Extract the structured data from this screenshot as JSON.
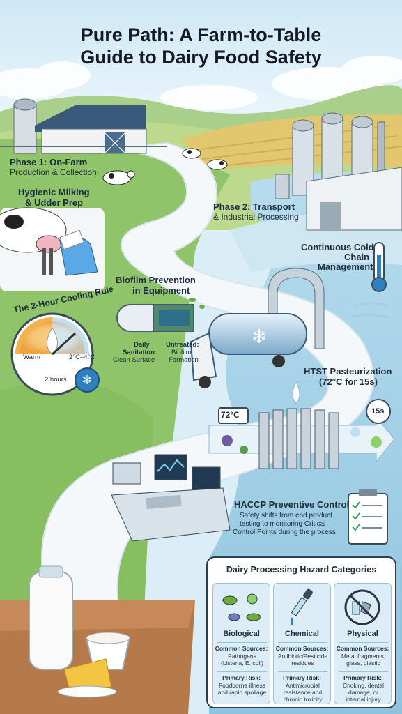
{
  "title_line1": "Pure Path: A Farm-to-Table",
  "title_line2": "Guide to Dairy Food Safety",
  "phase1": {
    "heading": "Phase 1: On-Farm",
    "subheading": "Production & Collection"
  },
  "milking": {
    "line1": "Hygienic Milking",
    "line2": "& Udder Prep"
  },
  "cooling": {
    "title": "The 2-Hour Cooling Rule",
    "warm": "Warm",
    "range": "2°C–4°C",
    "time": "2 hours"
  },
  "biofilm": {
    "line1": "Biofilm Prevention",
    "line2": "in Equipment",
    "daily_bold": "Daily",
    "daily_bold2": "Sanitation:",
    "daily_text": "Clean Surface",
    "untreated_bold": "Untreated:",
    "untreated_line2": "Biofilm",
    "untreated_line3": "Formation"
  },
  "phase2": {
    "heading": "Phase 2: Transport",
    "subheading": "& Industrial Processing"
  },
  "cold_chain": {
    "line1": "Continuous Cold",
    "line2": "Chain",
    "line3": "Management"
  },
  "htst": {
    "line1": "HTST Pasteurization",
    "line2": "(72°C for 15s)",
    "temp": "72°C",
    "timer": "15s"
  },
  "haccp": {
    "heading": "HACCP Preventive Control",
    "line1": "Safety shifts from end product",
    "line2": "testing to monitoring Critical",
    "line3": "Control Points during the process"
  },
  "hazards": {
    "title": "Dairy Processing Hazard Categories",
    "columns": [
      {
        "name": "Biological",
        "sources_label": "Common Sources:",
        "sources_1": "Pathogens",
        "sources_2": "(Listeria, E. coli)",
        "sources_3": "",
        "risk_label": "Primary Risk:",
        "risk_1": "Foodborne illness",
        "risk_2": "and rapid spoilage",
        "risk_3": ""
      },
      {
        "name": "Chemical",
        "sources_label": "Common Sources:",
        "sources_1": "Antibiotic/Pesticide",
        "sources_2": "residues",
        "sources_3": "",
        "risk_label": "Primary Risk:",
        "risk_1": "Antimicrobial",
        "risk_2": "resistance and",
        "risk_3": "chronic toxicity"
      },
      {
        "name": "Physical",
        "sources_label": "Common Sources:",
        "sources_1": "Metal fragments,",
        "sources_2": "glass, plastic",
        "sources_3": "",
        "risk_label": "Primary Risk:",
        "risk_1": "Choking, dental",
        "risk_2": "damage, or",
        "risk_3": "internal injury"
      }
    ]
  },
  "colors": {
    "sky": "#dbeef8",
    "grass": "#8fc46a",
    "water": "#9ccfe6",
    "road": "#f4f8fb",
    "accent_blue": "#2f7fc1",
    "warm_orange": "#e8892b"
  }
}
